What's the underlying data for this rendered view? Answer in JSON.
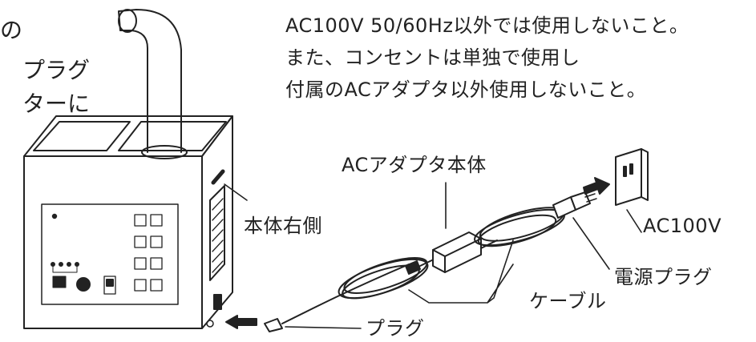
{
  "notice": {
    "line1": "AC100V 50/60Hz以外では使用しないこと。",
    "line2": "また、コンセントは単独で使用し",
    "line3": "付属のACアダプタ以外使用しないこと。"
  },
  "left_text": {
    "line1": "の",
    "line2": "プラグ",
    "line3": "ターに"
  },
  "labels": {
    "adapter_body": "ACアダプタ本体",
    "body_right_side": "本体右側",
    "ac100v": "AC100V",
    "power_plug": "電源プラグ",
    "cable": "ケーブル",
    "plug": "プラグ"
  }
}
